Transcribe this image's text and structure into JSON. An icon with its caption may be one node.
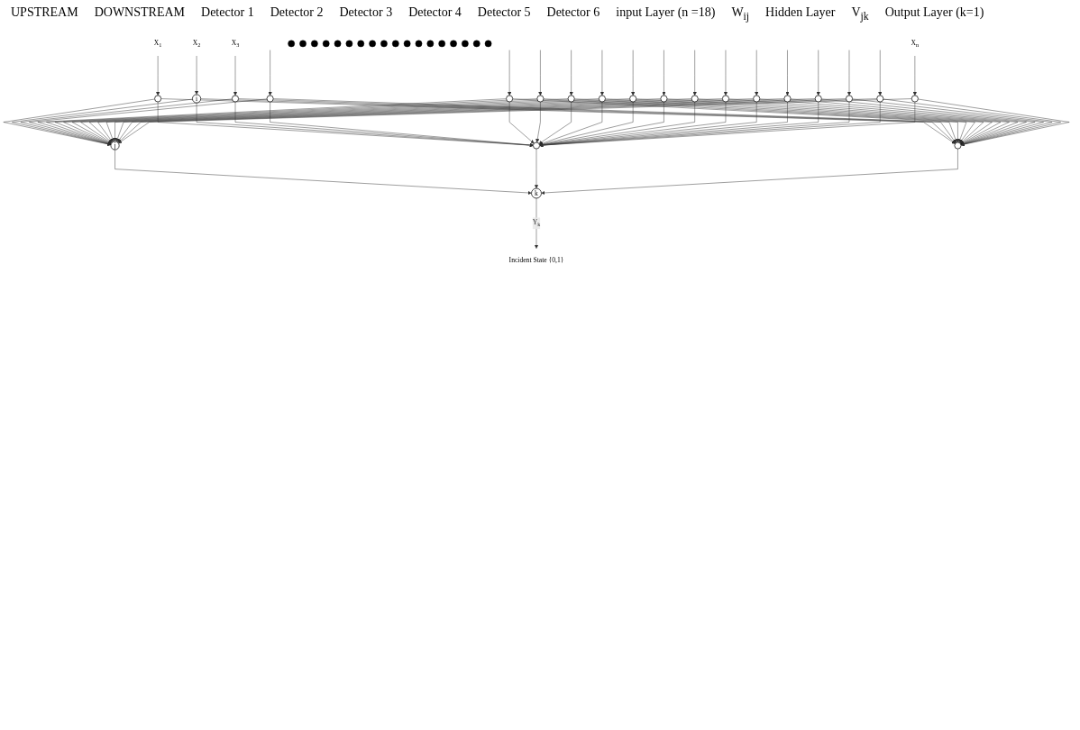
{
  "diagram": {
    "nodes": [
      {
        "text": [
          "X$_{1}$"
        ]
      },
      {
        "text": [
          "X$_{2}$"
        ]
      },
      {
        "text": [
          "X$_{3}$"
        ]
      },
      {
        "text": [
          "X$_{n}$"
        ]
      },
      {
        "text": [],
        "shape": "circle"
      },
      {
        "text": [
          "i"
        ]
      },
      {
        "text": [],
        "shape": "circle"
      },
      {
        "text": [],
        "shape": "circle"
      },
      {
        "text": [],
        "shape": "circle"
      },
      {
        "text": [],
        "shape": "circle"
      },
      {
        "text": [],
        "shape": "circle"
      },
      {
        "text": [],
        "shape": "circle"
      },
      {
        "text": [],
        "shape": "circle"
      },
      {
        "text": [],
        "shape": "circle"
      },
      {
        "text": [],
        "shape": "circle"
      },
      {
        "text": [],
        "shape": "circle"
      },
      {
        "text": [],
        "shape": "circle"
      },
      {
        "text": [],
        "shape": "circle"
      },
      {
        "text": [],
        "shape": "circle"
      },
      {
        "text": [],
        "shape": "circle"
      },
      {
        "text": [],
        "shape": "circle"
      },
      {
        "text": [],
        "shape": "circle"
      },
      {
        "text": [
          "j"
        ]
      },
      {
        "text": [],
        "shape": "circle"
      },
      {
        "text": [],
        "shape": "circle"
      },
      {
        "text": [],
        "shape": "dot"
      },
      {
        "text": [],
        "shape": "dot"
      },
      {
        "text": [],
        "shape": "dot"
      },
      {
        "text": [],
        "shape": "dot"
      },
      {
        "text": [],
        "shape": "dot"
      },
      {
        "text": [],
        "shape": "dot"
      },
      {
        "text": [],
        "shape": "dot"
      },
      {
        "text": [],
        "shape": "dot"
      },
      {
        "text": [],
        "shape": "dot"
      },
      {
        "text": [],
        "shape": "dot"
      },
      {
        "text": [],
        "shape": "dot"
      },
      {
        "text": [],
        "shape": "dot"
      },
      {
        "text": [],
        "shape": "dot"
      },
      {
        "text": [],
        "shape": "dot"
      },
      {
        "text": [],
        "shape": "dot"
      },
      {
        "text": [],
        "shape": "dot"
      },
      {
        "text": [],
        "shape": "dot"
      },
      {
        "text": [],
        "shape": "dot"
      },
      {
        "text": [
          "k"
        ]
      },
      {
        "text": [
          "Incident State {0,1}"
        ]
      }
    ],
    "edges": [
      {
        "from": 0,
        "to": 4,
        "arrow": "to"
      },
      {
        "from": 1,
        "to": 5,
        "arrow": "to"
      },
      {
        "from": 2,
        "to": 6,
        "arrow": "to"
      },
      {
        "from": null,
        "to": 7,
        "arrow": "to"
      },
      {
        "from": null,
        "to": 8,
        "arrow": "to"
      },
      {
        "from": null,
        "to": 9,
        "arrow": "to"
      },
      {
        "from": null,
        "to": 10,
        "arrow": "to"
      },
      {
        "from": null,
        "to": 11,
        "arrow": "to"
      },
      {
        "from": null,
        "to": 12,
        "arrow": "to"
      },
      {
        "from": null,
        "to": 13,
        "arrow": "to"
      },
      {
        "from": null,
        "to": 14,
        "arrow": "to"
      },
      {
        "from": null,
        "to": 15,
        "arrow": "to"
      },
      {
        "from": null,
        "to": 16,
        "arrow": "to"
      },
      {
        "from": null,
        "to": 17,
        "arrow": "to"
      },
      {
        "from": null,
        "to": 18,
        "arrow": "to"
      },
      {
        "from": null,
        "to": 19,
        "arrow": "to"
      },
      {
        "from": null,
        "to": 20,
        "arrow": "to"
      },
      {
        "from": 3,
        "to": 21,
        "arrow": "to"
      },
      {
        "from": 4,
        "to": 22,
        "arrow": "to"
      },
      {
        "from": 4,
        "to": 23,
        "arrow": "to"
      },
      {
        "from": 4,
        "to": 24,
        "arrow": "to"
      },
      {
        "from": 5,
        "to": 22,
        "arrow": "to"
      },
      {
        "from": 5,
        "to": 23,
        "arrow": "to"
      },
      {
        "from": 5,
        "to": 24,
        "arrow": "to"
      },
      {
        "from": 6,
        "to": 22,
        "arrow": "to"
      },
      {
        "from": 6,
        "to": 23,
        "arrow": "to"
      },
      {
        "from": 6,
        "to": 24,
        "arrow": "to"
      },
      {
        "from": 7,
        "to": 22,
        "arrow": "to"
      },
      {
        "from": 7,
        "to": 23,
        "arrow": "to"
      },
      {
        "from": 7,
        "to": 24,
        "arrow": "to"
      },
      {
        "from": 8,
        "to": 22,
        "arrow": "to"
      },
      {
        "from": 8,
        "to": 23,
        "arrow": "to"
      },
      {
        "from": 8,
        "to": 24,
        "arrow": "to"
      },
      {
        "from": 9,
        "to": 22,
        "arrow": "to"
      },
      {
        "from": 9,
        "to": 23,
        "arrow": "to"
      },
      {
        "from": 9,
        "to": 24,
        "arrow": "to"
      },
      {
        "from": 10,
        "to": 22,
        "arrow": "to"
      },
      {
        "from": 10,
        "to": 23,
        "arrow": "to"
      },
      {
        "from": 10,
        "to": 24,
        "arrow": "to"
      },
      {
        "from": 11,
        "to": 22,
        "arrow": "to"
      },
      {
        "from": 11,
        "to": 23,
        "arrow": "to"
      },
      {
        "from": 11,
        "to": 24,
        "arrow": "to"
      },
      {
        "from": 12,
        "to": 22,
        "arrow": "to"
      },
      {
        "from": 12,
        "to": 23,
        "arrow": "to"
      },
      {
        "from": 12,
        "to": 24,
        "arrow": "to"
      },
      {
        "from": 13,
        "to": 22,
        "arrow": "to"
      },
      {
        "from": 13,
        "to": 23,
        "arrow": "to"
      },
      {
        "from": 13,
        "to": 24,
        "arrow": "to"
      },
      {
        "from": 14,
        "to": 22,
        "arrow": "to"
      },
      {
        "from": 14,
        "to": 23,
        "arrow": "to"
      },
      {
        "from": 14,
        "to": 24,
        "arrow": "to"
      },
      {
        "from": 15,
        "to": 22,
        "arrow": "to"
      },
      {
        "from": 15,
        "to": 23,
        "arrow": "to"
      },
      {
        "from": 15,
        "to": 24,
        "arrow": "to"
      },
      {
        "from": 16,
        "to": 22,
        "arrow": "to"
      },
      {
        "from": 16,
        "to": 23,
        "arrow": "to"
      },
      {
        "from": 16,
        "to": 24,
        "arrow": "to"
      },
      {
        "from": 17,
        "to": 22,
        "arrow": "to"
      },
      {
        "from": 17,
        "to": 23,
        "arrow": "to"
      },
      {
        "from": 17,
        "to": 24,
        "arrow": "to"
      },
      {
        "from": 18,
        "to": 22,
        "arrow": "to"
      },
      {
        "from": 18,
        "to": 23,
        "arrow": "to"
      },
      {
        "from": 18,
        "to": 24,
        "arrow": "to"
      },
      {
        "from": 19,
        "to": 22,
        "arrow": "to"
      },
      {
        "from": 19,
        "to": 23,
        "arrow": "to"
      },
      {
        "from": 19,
        "to": 24,
        "arrow": "to"
      },
      {
        "from": 20,
        "to": 22,
        "arrow": "to"
      },
      {
        "from": 20,
        "to": 23,
        "arrow": "to"
      },
      {
        "from": 20,
        "to": 24,
        "arrow": "to"
      },
      {
        "from": 21,
        "to": 22,
        "arrow": "to"
      },
      {
        "from": 21,
        "to": 23,
        "arrow": "to"
      },
      {
        "from": 21,
        "to": 24,
        "arrow": "to"
      },
      {
        "from": 22,
        "to": 43,
        "arrow": "to"
      },
      {
        "from": 23,
        "to": 43,
        "arrow": "to"
      },
      {
        "from": 24,
        "to": 43,
        "arrow": "to"
      },
      {
        "from": 43,
        "to": 44,
        "arrow": "to",
        "label": "Y$_{k}$"
      }
    ],
    "labels": [
      "UPSTREAM",
      "DOWNSTREAM",
      "Detector 1",
      "Detector 2",
      "Detector 3",
      "Detector 4",
      "Detector 5",
      "Detector 6",
      "input Layer (n =18)",
      "W$_{ij}$",
      "Hidden Layer",
      "V$_{jk}$",
      "Output Layer (k=1)"
    ]
  }
}
